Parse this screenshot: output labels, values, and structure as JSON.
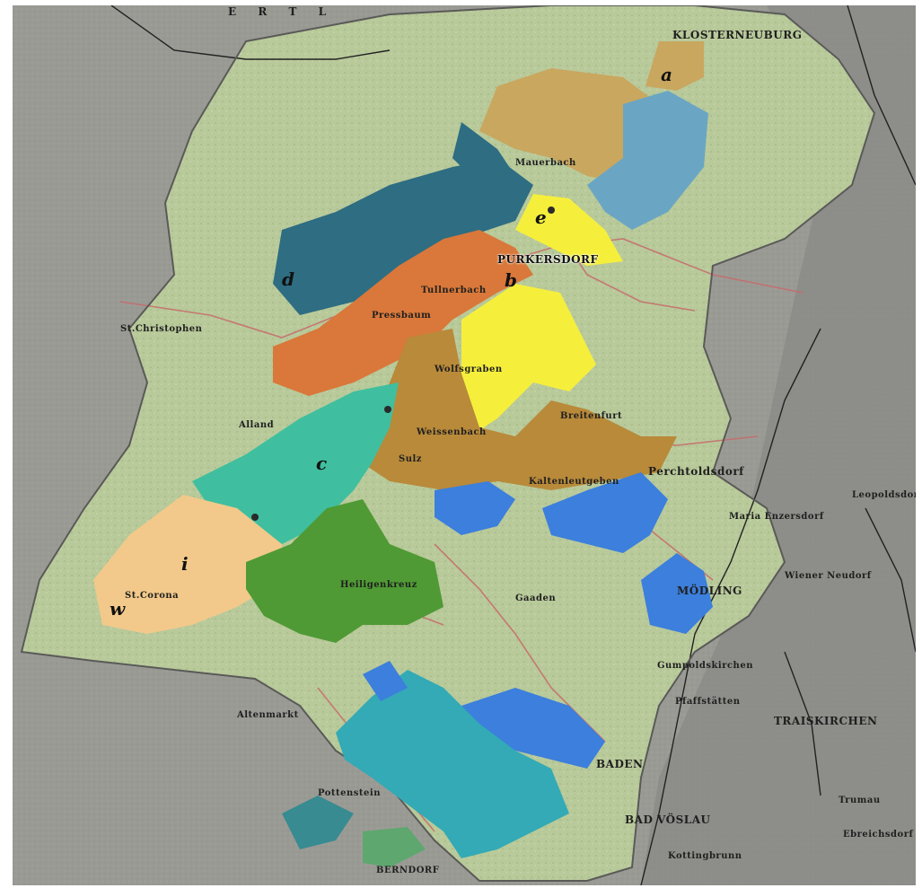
{
  "map": {
    "town_labels": [
      {
        "key": "klosterneuburg",
        "text": "KLOSTERNEUBURG"
      },
      {
        "key": "purkersdorf",
        "text": "PURKERSDORF"
      },
      {
        "key": "perchtoldsdorf",
        "text": "Perchtoldsdorf"
      },
      {
        "key": "moedling",
        "text": "MÖDLING"
      },
      {
        "key": "baden",
        "text": "BADEN"
      },
      {
        "key": "bad_voeslau",
        "text": "BAD VÖSLAU"
      },
      {
        "key": "traiskirchen",
        "text": "TRAISKIRCHEN"
      },
      {
        "key": "berndorf",
        "text": "BERNDORF"
      },
      {
        "key": "mauerbach",
        "text": "Mauerbach"
      },
      {
        "key": "alland",
        "text": "Alland"
      },
      {
        "key": "st_corona",
        "text": "St.Corona"
      },
      {
        "key": "kaltenleutgeben",
        "text": "Kaltenleutgeben"
      },
      {
        "key": "breitenfurt",
        "text": "Breitenfurt"
      },
      {
        "key": "pressbaum",
        "text": "Pressbaum"
      },
      {
        "key": "wolfsgraben",
        "text": "Wolfsgraben"
      },
      {
        "key": "tullnerbach",
        "text": "Tullnerbach"
      },
      {
        "key": "heiligenkreuz",
        "text": "Heiligenkreuz"
      },
      {
        "key": "sulz",
        "text": "Sulz"
      },
      {
        "key": "weissenbach",
        "text": "Weissenbach"
      },
      {
        "key": "gaaden",
        "text": "Gaaden"
      },
      {
        "key": "st_christophen",
        "text": "St.Christophen"
      },
      {
        "key": "wr_neudorf",
        "text": "Wiener Neudorf"
      },
      {
        "key": "maria_enzersdorf",
        "text": "Maria Enzersdorf"
      },
      {
        "key": "pfaffstaetten",
        "text": "Pfaffstätten"
      },
      {
        "key": "gumpoldskirchen",
        "text": "Gumpoldskirchen"
      },
      {
        "key": "leopoldsdorf",
        "text": "Leopoldsdorf"
      },
      {
        "key": "trumau",
        "text": "Trumau"
      },
      {
        "key": "eberfurth",
        "text": "Ebreichsdorf"
      },
      {
        "key": "altenmarkt",
        "text": "Altenmarkt"
      },
      {
        "key": "pottenstein",
        "text": "Pottenstein"
      },
      {
        "key": "kottingbrunn",
        "text": "Kottingbrunn"
      },
      {
        "key": "tulln_top",
        "text": "E R T L"
      }
    ],
    "zone_markers": [
      {
        "key": "a",
        "text": "a"
      },
      {
        "key": "b",
        "text": "b"
      },
      {
        "key": "c",
        "text": "c"
      },
      {
        "key": "d",
        "text": "d"
      },
      {
        "key": "e",
        "text": "e"
      },
      {
        "key": "i",
        "text": "i"
      },
      {
        "key": "w",
        "text": "w"
      }
    ],
    "colors": {
      "base_gray": "#9a9a95",
      "forest_green": "#b9c99a",
      "tan": "#c9a55c",
      "teal_dark": "#2e6d82",
      "light_blue": "#6aa6c3",
      "yellow": "#f5ef3c",
      "orange": "#d9783a",
      "ochre": "#b88a3a",
      "turquoise": "#3fbf9f",
      "peach": "#f2c98a",
      "green": "#4f9a34",
      "blue": "#3c7fdc",
      "cyan": "#33aab5"
    }
  }
}
